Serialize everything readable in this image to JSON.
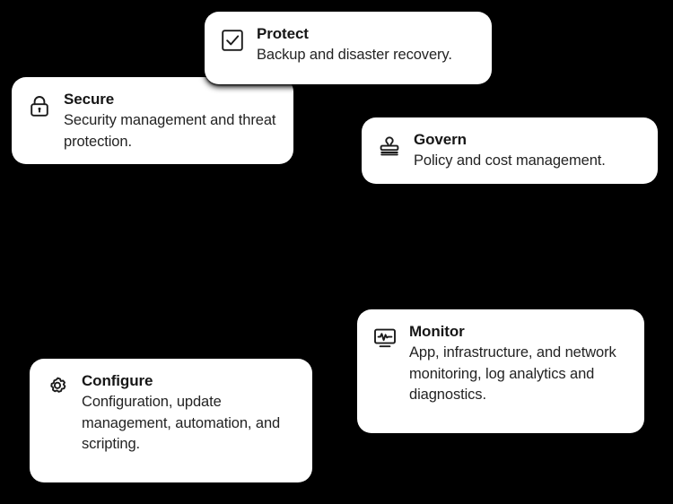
{
  "canvas": {
    "background_color": "#000000",
    "card_background_color": "#ffffff",
    "title_color": "#161616",
    "description_color": "#232323",
    "icon_color": "#1b1b1b"
  },
  "cards": [
    {
      "id": "protect",
      "icon": "checkbox-checked-icon",
      "title": "Protect",
      "description": "Backup and disaster recovery."
    },
    {
      "id": "secure",
      "icon": "lock-icon",
      "title": "Secure",
      "description": "Security management and threat protection."
    },
    {
      "id": "govern",
      "icon": "stamp-icon",
      "title": "Govern",
      "description": "Policy and cost management."
    },
    {
      "id": "monitor",
      "icon": "monitor-pulse-icon",
      "title": "Monitor",
      "description": "App, infrastructure, and network monitoring, log analytics and diagnostics."
    },
    {
      "id": "configure",
      "icon": "gear-icon",
      "title": "Configure",
      "description": "Configuration, update management, automation, and scripting."
    }
  ]
}
